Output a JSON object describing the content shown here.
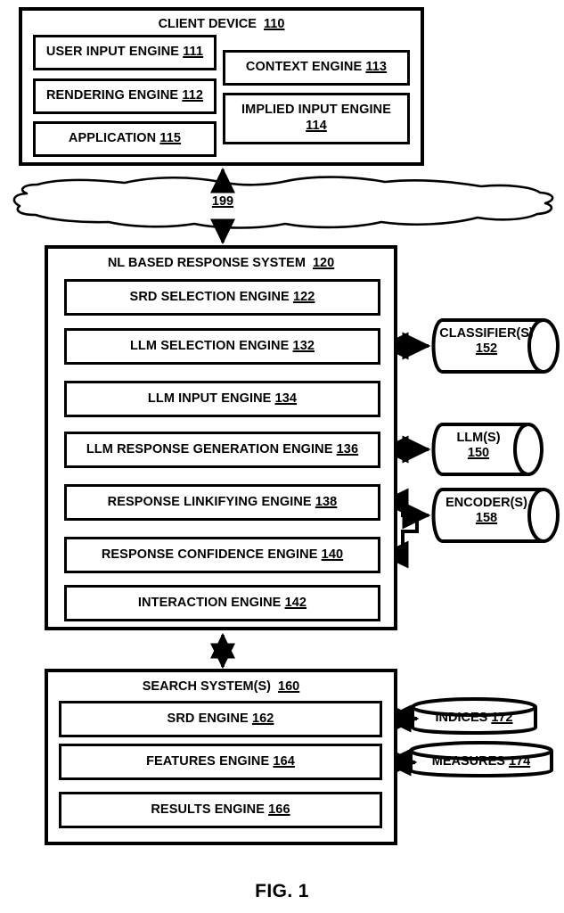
{
  "figure": {
    "caption": "FIG. 1",
    "network_label": "199"
  },
  "client_device": {
    "title": "CLIENT DEVICE",
    "number": "110",
    "modules": [
      {
        "label": "USER INPUT ENGINE",
        "number": "111"
      },
      {
        "label": "RENDERING ENGINE",
        "number": "112"
      },
      {
        "label": "APPLICATION",
        "number": "115"
      },
      {
        "label": "CONTEXT ENGINE",
        "number": "113"
      },
      {
        "label": "IMPLIED INPUT ENGINE",
        "number": "114"
      }
    ]
  },
  "nl_system": {
    "title": "NL BASED RESPONSE SYSTEM",
    "number": "120",
    "modules": [
      {
        "label": "SRD SELECTION ENGINE",
        "number": "122"
      },
      {
        "label": "LLM SELECTION ENGINE",
        "number": "132"
      },
      {
        "label": "LLM INPUT ENGINE",
        "number": "134"
      },
      {
        "label": "LLM RESPONSE GENERATION ENGINE",
        "number": "136"
      },
      {
        "label": "RESPONSE LINKIFYING ENGINE",
        "number": "138"
      },
      {
        "label": "RESPONSE CONFIDENCE ENGINE",
        "number": "140"
      },
      {
        "label": "INTERACTION ENGINE",
        "number": "142"
      }
    ]
  },
  "search_system": {
    "title": "SEARCH SYSTEM(S)",
    "number": "160",
    "modules": [
      {
        "label": "SRD ENGINE",
        "number": "162"
      },
      {
        "label": "FEATURES ENGINE",
        "number": "164"
      },
      {
        "label": "RESULTS ENGINE",
        "number": "166"
      }
    ]
  },
  "stores": {
    "cylinders": [
      {
        "label": "CLASSIFIER(S)",
        "number": "152"
      },
      {
        "label": "LLM(S)",
        "number": "150"
      },
      {
        "label": "ENCODER(S)",
        "number": "158"
      }
    ],
    "databases": [
      {
        "label": "INDICES",
        "number": "172"
      },
      {
        "label": "MEASURES",
        "number": "174"
      }
    ]
  },
  "colors": {
    "stroke": "#000000",
    "fill": "#ffffff"
  }
}
